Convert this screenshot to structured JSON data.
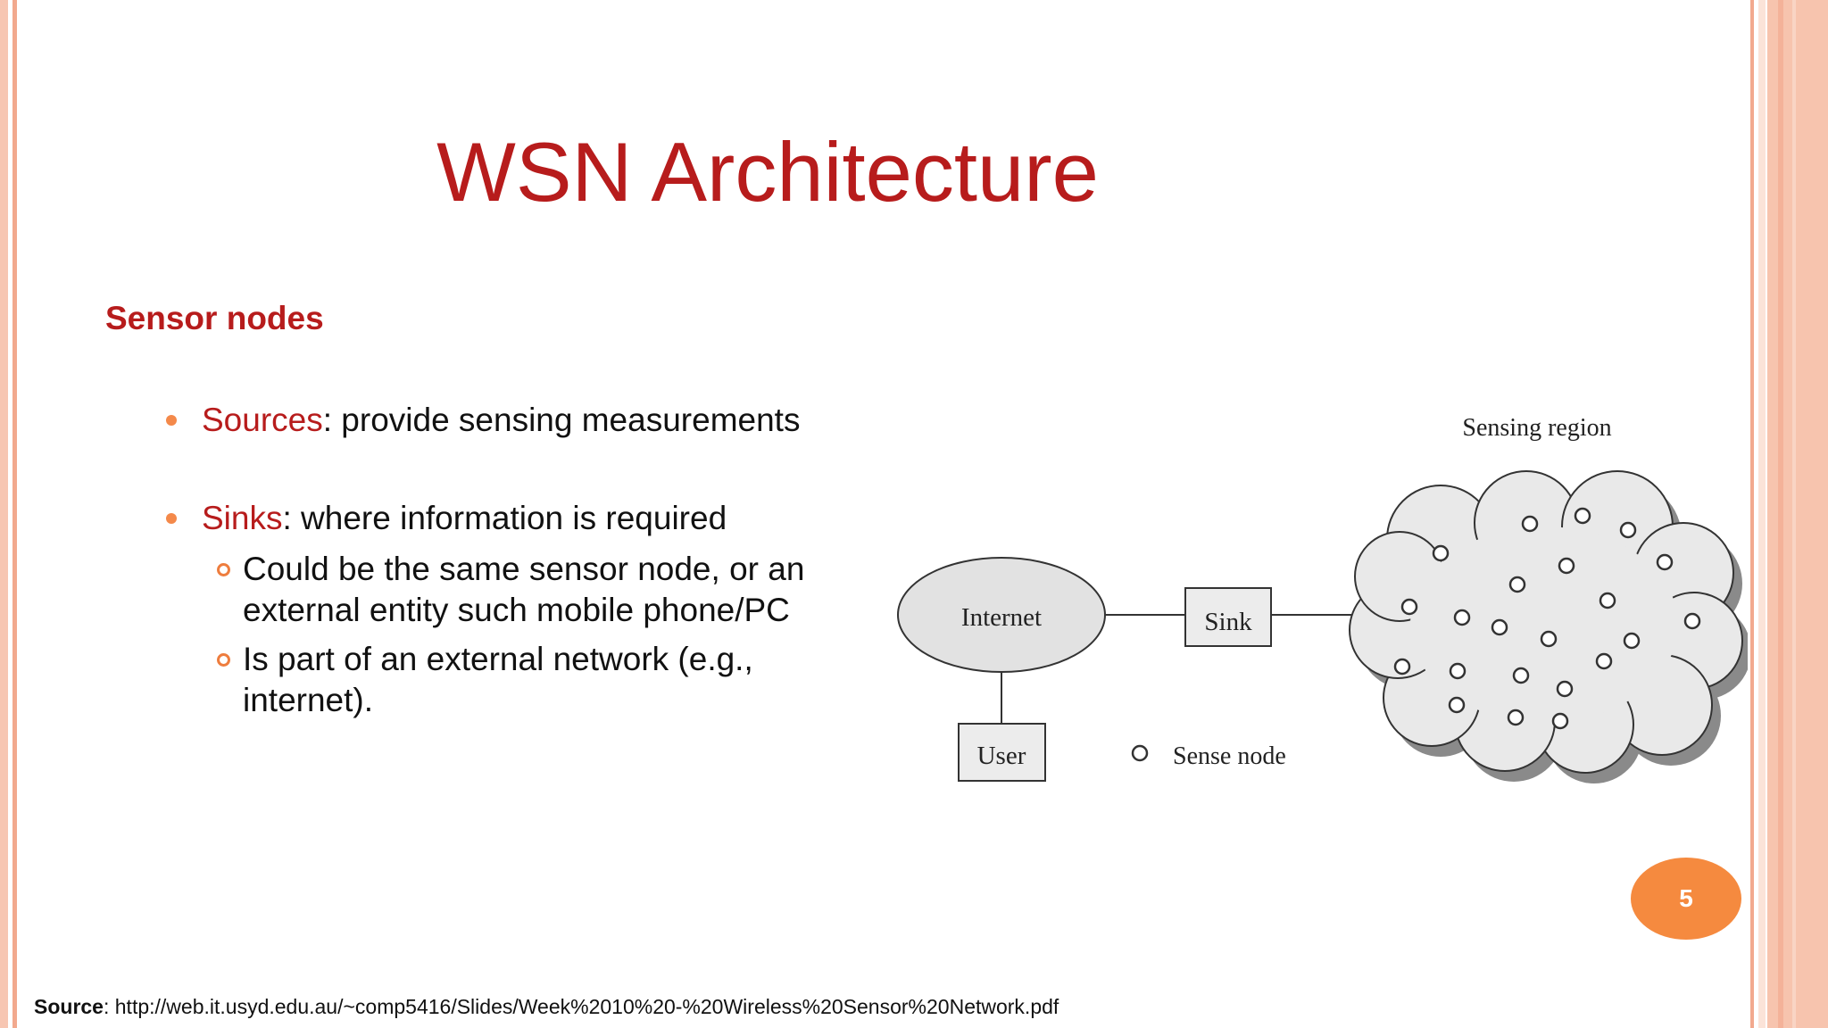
{
  "slide": {
    "title": "WSN Architecture",
    "heading": "Sensor nodes",
    "bullets": [
      {
        "key": "Sources",
        "text": ": provide sensing measurements"
      },
      {
        "key": "Sinks",
        "text": ": where information is required"
      }
    ],
    "sub_bullets": [
      {
        "line1": "Could be the same sensor node, or an",
        "line2": "external entity such mobile phone/PC"
      },
      {
        "line1": "Is part of an external network (e.g.,",
        "line2": "internet)."
      }
    ],
    "page_number": "5",
    "source_label": "Source",
    "source_text": ": http://web.it.usyd.edu.au/~comp5416/Slides/Week%2010%20-%20Wireless%20Sensor%20Network.pdf"
  },
  "diagram": {
    "internet_label": "Internet",
    "sink_label": "Sink",
    "user_label": "User",
    "region_label": "Sensing region",
    "legend_label": "Sense node"
  },
  "colors": {
    "accent_red": "#b71c1c",
    "accent_orange": "#f58a3f",
    "border_peach": "#f7c4ae",
    "cloud_fill": "#e9e9e9",
    "cloud_shadow": "#8a8a8a"
  }
}
